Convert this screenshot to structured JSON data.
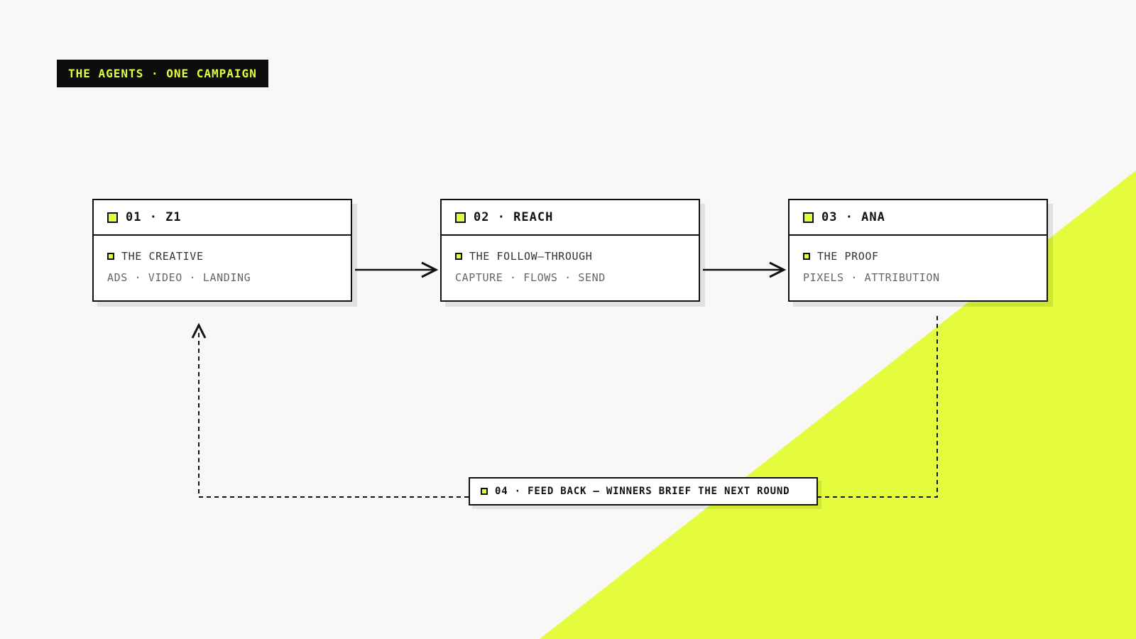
{
  "title": "THE AGENTS · ONE CAMPAIGN",
  "colors": {
    "accent": "#e4fc3c",
    "ink": "#111111",
    "background": "#f8f8f7",
    "muted": "#666666"
  },
  "agents": [
    {
      "title": "01 · Z1",
      "role": "THE CREATIVE",
      "tasks": "ADS · VIDEO · LANDING"
    },
    {
      "title": "02 · REACH",
      "role": "THE FOLLOW–THROUGH",
      "tasks": "CAPTURE · FLOWS · SEND"
    },
    {
      "title": "03 · ANA",
      "role": "THE PROOF",
      "tasks": "PIXELS · ATTRIBUTION"
    }
  ],
  "feedback": {
    "label": "04 · FEED BACK — WINNERS BRIEF THE NEXT ROUND"
  }
}
